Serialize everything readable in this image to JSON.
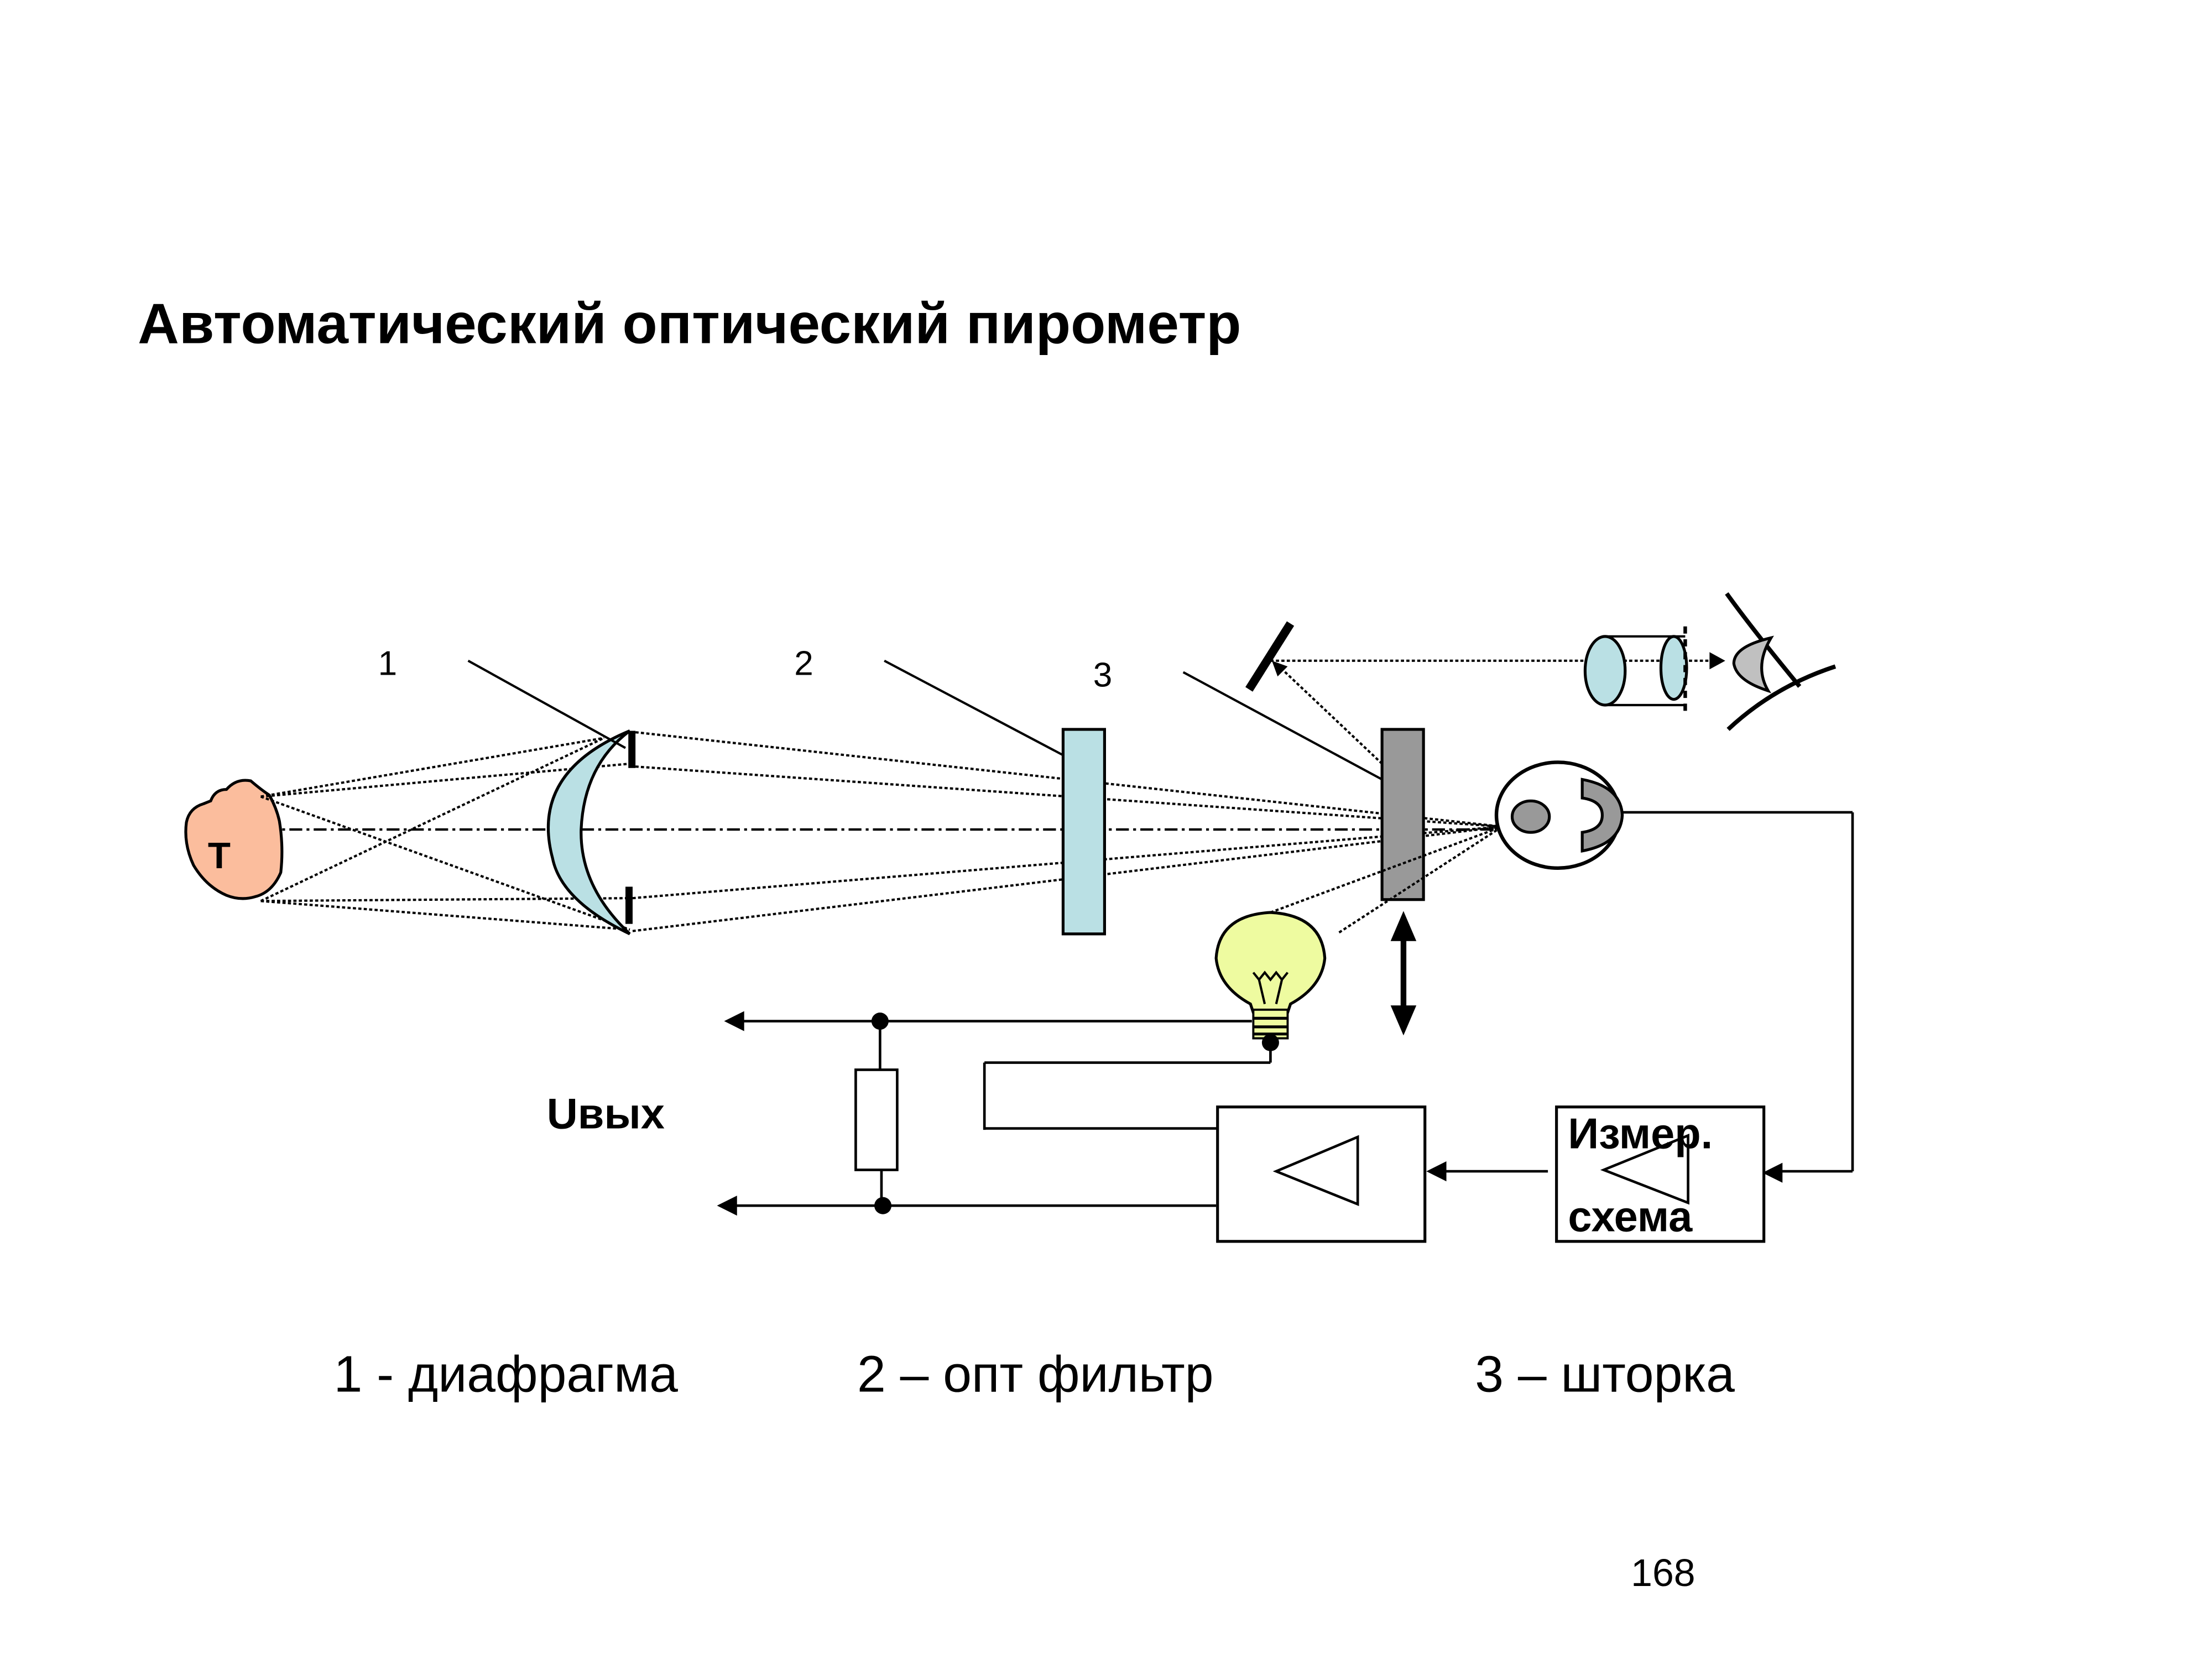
{
  "title": "Автоматический оптический пирометр",
  "diagram": {
    "object_label": "Т",
    "callouts": [
      "1",
      "2",
      "3"
    ],
    "output_label": "Uвых",
    "measuring_block": {
      "line1": "Измер.",
      "line2": "схема"
    }
  },
  "legend": [
    {
      "text": "1 - диафрагма"
    },
    {
      "text": "2 – опт фильтр"
    },
    {
      "text": "3 – шторка"
    }
  ],
  "page_number": "168",
  "colors": {
    "object_fill": "#fbbd9d",
    "lens_fill": "#bae0e4",
    "shutter_fill": "#999999",
    "bulb_fill": "#eefba0",
    "eye_iris": "#999999",
    "eyepiece_cornea": "#c0c0c0"
  }
}
